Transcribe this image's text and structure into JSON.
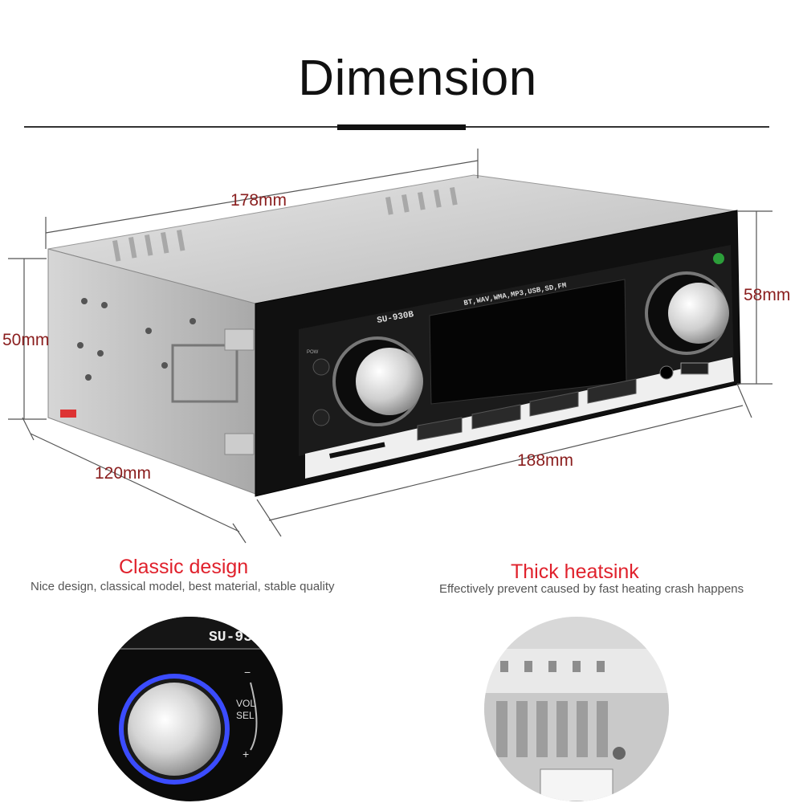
{
  "header": {
    "title": "Dimension"
  },
  "dimensions": {
    "depth_top": "178mm",
    "height_left": "50mm",
    "height_right": "58mm",
    "side_depth": "120mm",
    "front_width": "188mm"
  },
  "device": {
    "model": "SU-930B",
    "sources": "BT,WAV,WMA,MP3,USB,SD,FM",
    "pow_label": "POW",
    "vol_label": "VOL/SEL"
  },
  "features": [
    {
      "title": "Classic design",
      "subtitle": "Nice design, classical model, best material, stable quality"
    },
    {
      "title": "Thick heatsink",
      "subtitle": "Effectively prevent caused by fast heating crash happens"
    }
  ],
  "closeup": {
    "model_crop": "SU-93",
    "vol": "VOL",
    "sel": "SEL",
    "minus": "−",
    "plus": "+"
  }
}
